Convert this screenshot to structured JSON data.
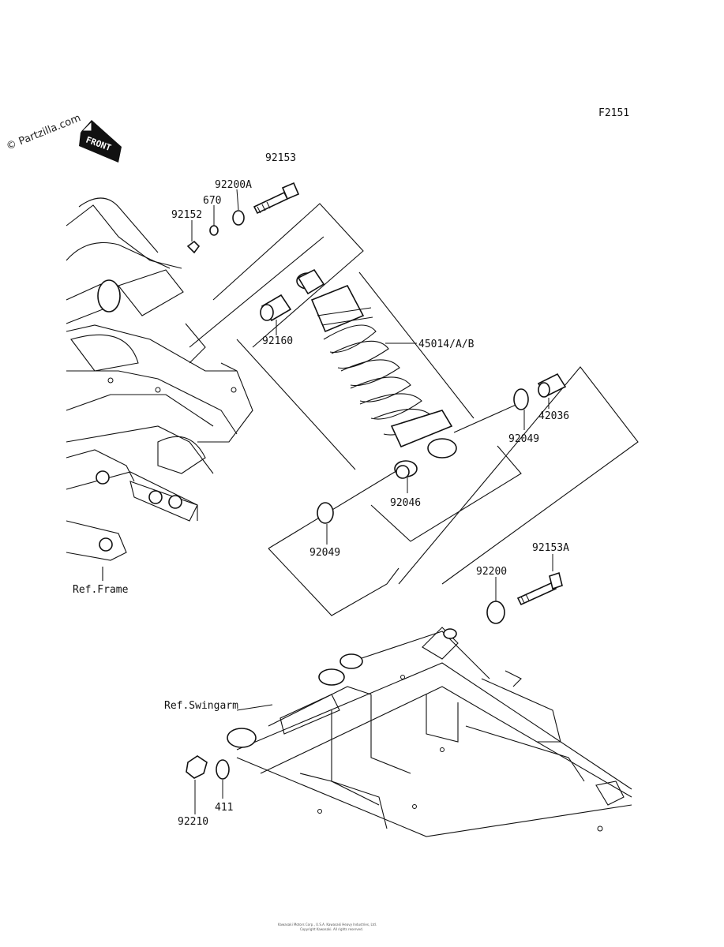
{
  "diagram": {
    "figure_code": "F2151",
    "watermark": "© Partzilla.com",
    "front_marker": "FRONT",
    "footer_line_1": "Kawasaki Motors Corp., U.S.A. Kawasaki Heavy Industries, Ltd.",
    "footer_line_2": "Copyright Kawasaki. All rights reserved.",
    "refs": {
      "frame": "Ref.Frame",
      "swingarm": "Ref.Swingarm"
    },
    "parts": [
      {
        "number": "92153"
      },
      {
        "number": "92200A"
      },
      {
        "number": "670"
      },
      {
        "number": "92152"
      },
      {
        "number": "92160"
      },
      {
        "number": "45014/A/B"
      },
      {
        "number": "42036"
      },
      {
        "number": "92049"
      },
      {
        "number": "92046"
      },
      {
        "number": "92049"
      },
      {
        "number": "92153A"
      },
      {
        "number": "92200"
      },
      {
        "number": "92210"
      },
      {
        "number": "411"
      }
    ]
  }
}
